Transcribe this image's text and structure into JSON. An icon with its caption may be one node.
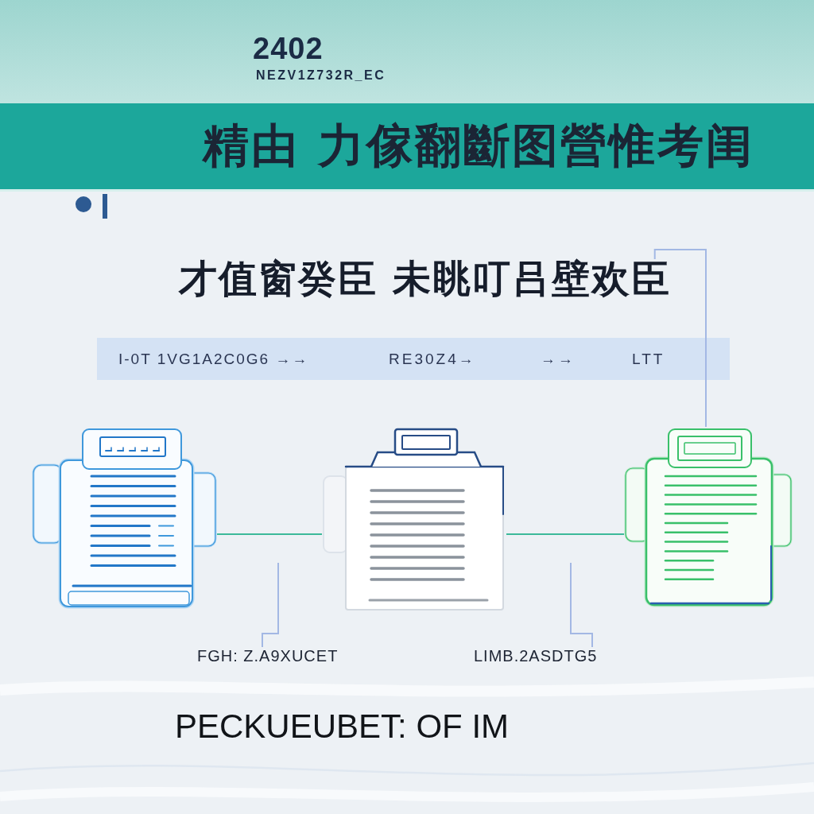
{
  "diagram": {
    "title": "精由 力傢翻斷图營惟考闺",
    "nodes": [
      {
        "text": [
          "才值窗癸臣 未眺叮吕壁欢臣"
        ]
      },
      {
        "text": [],
        "shape": "picture"
      },
      {
        "text": [],
        "shape": "picture"
      },
      {
        "text": [],
        "shape": "picture"
      },
      {
        "text": [
          "FGH: Z.A9XUCET"
        ]
      },
      {
        "text": [
          "LIMB.2ASDTG5"
        ]
      }
    ],
    "edges": [
      {
        "from": 1,
        "to": 2,
        "arrow": "none",
        "color": "#3cb99a"
      },
      {
        "from": 2,
        "to": 3,
        "arrow": "none",
        "color": "#3cb99a"
      },
      {
        "from": 0,
        "to": 3,
        "arrow": "none"
      },
      {
        "from": 4,
        "to": null,
        "arrow": "none"
      },
      {
        "from": 5,
        "to": null,
        "arrow": "none"
      }
    ],
    "labels": [
      "2402",
      "NEZV1Z732R_EC",
      "I-0T 1VG1A2C0G6 →→",
      "RE30Z4→",
      "→→",
      "LTT",
      "PECKUEUBET: OF IM"
    ]
  }
}
